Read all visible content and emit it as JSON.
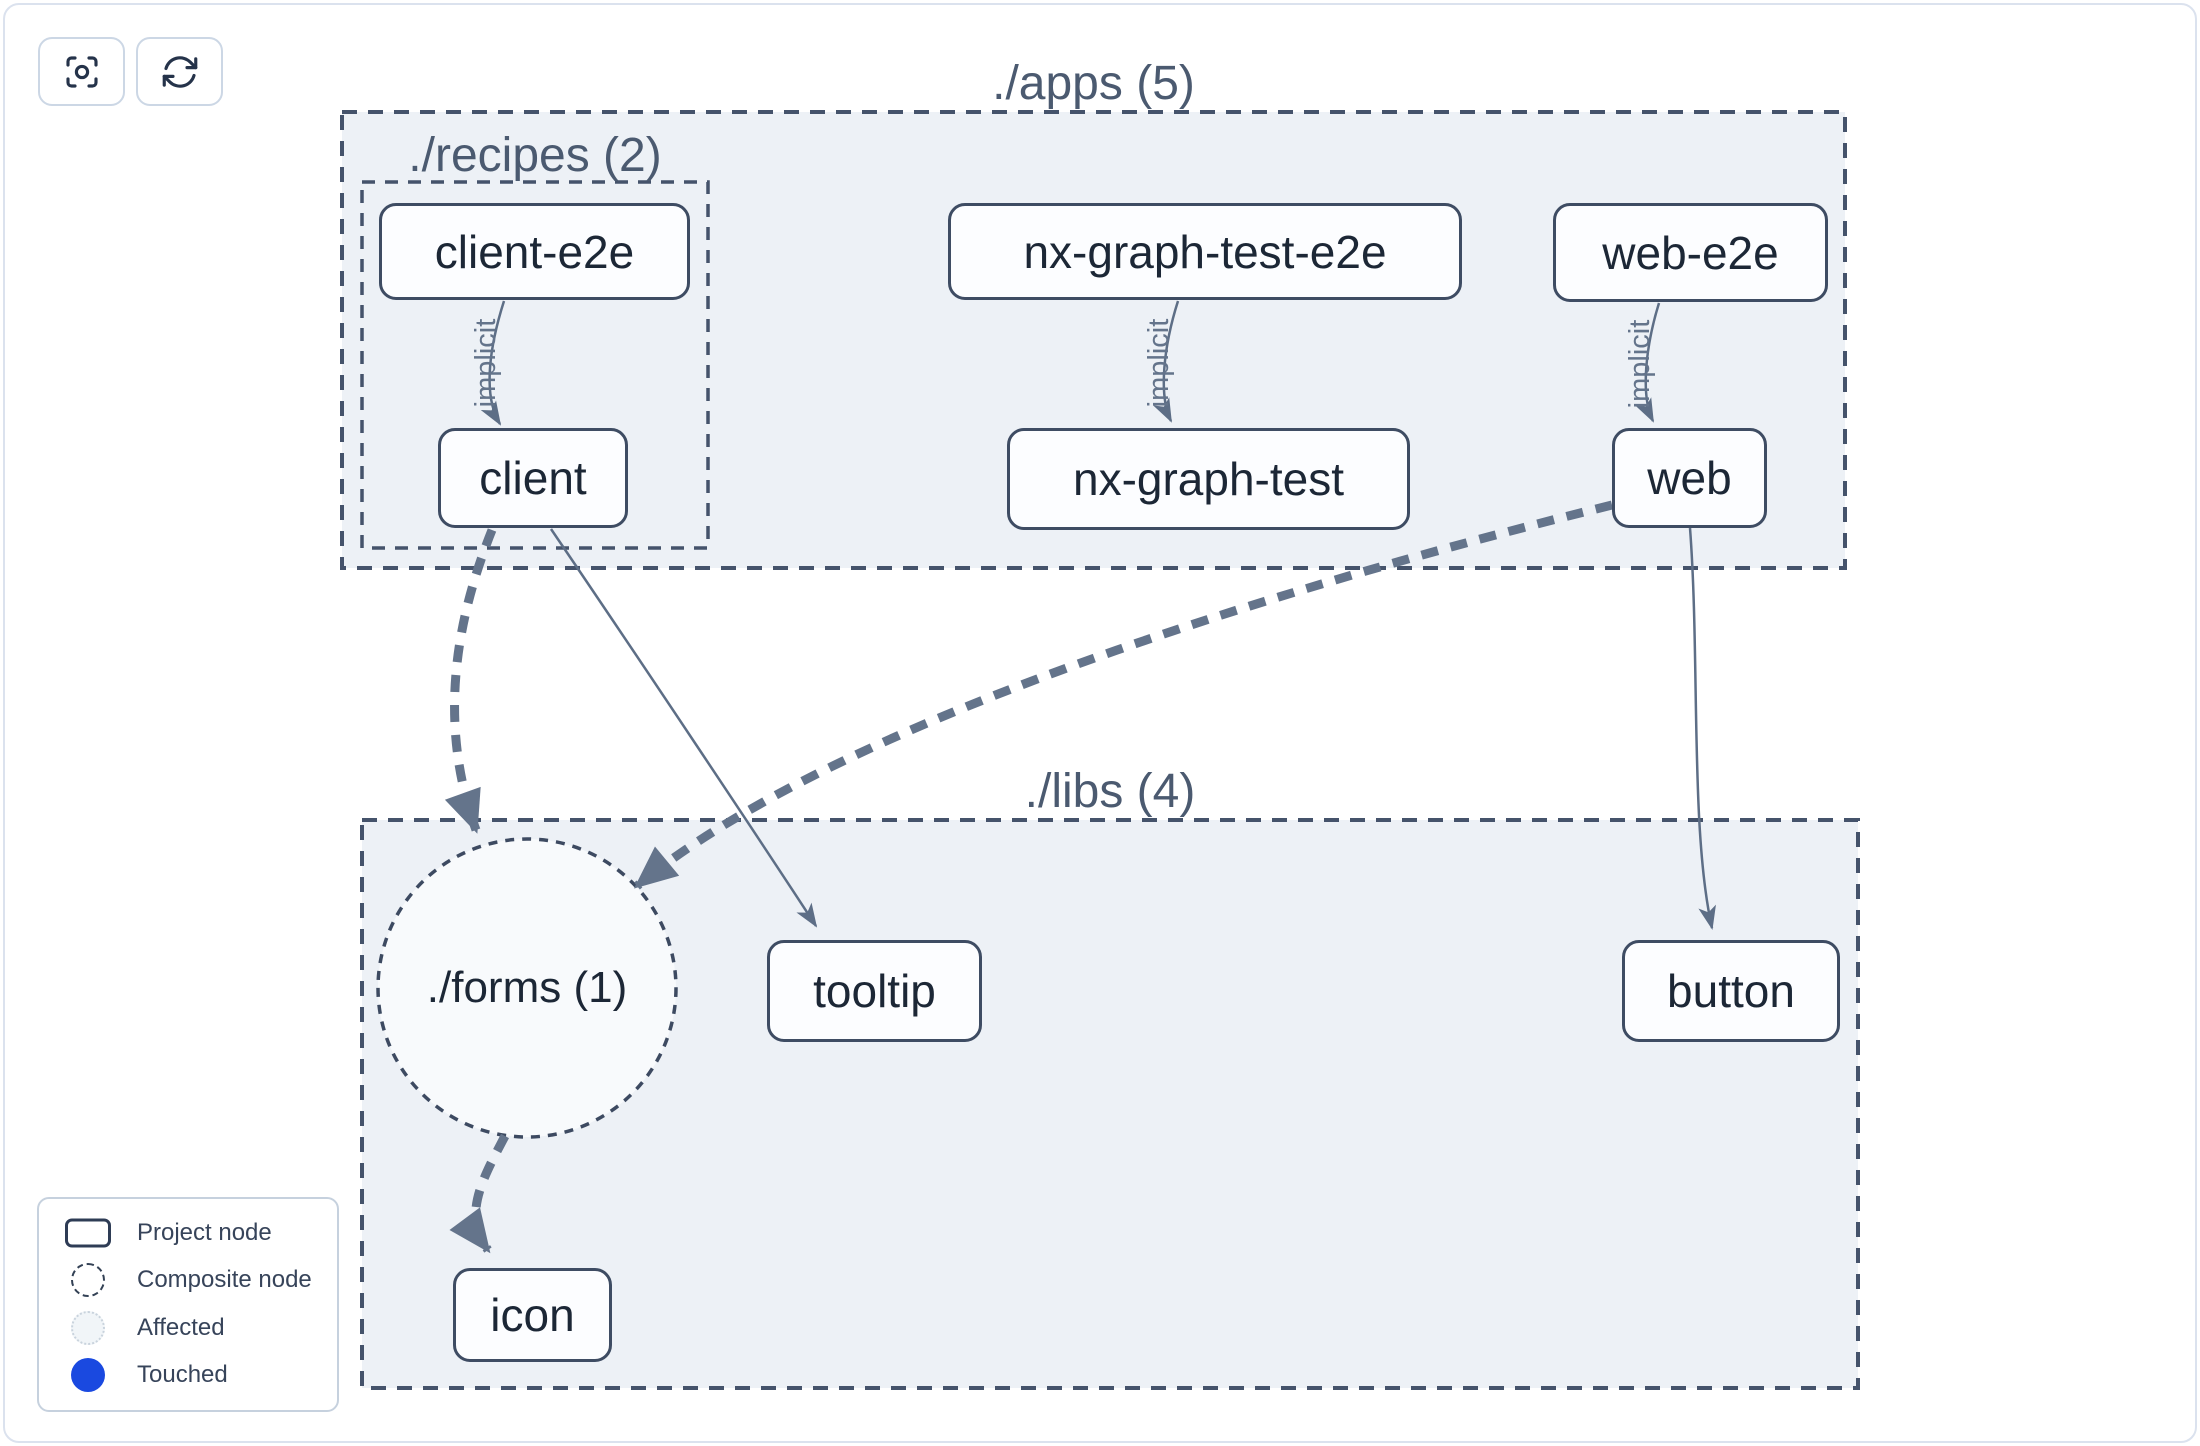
{
  "toolbar": {
    "focus_button": {
      "icon": "focus-icon"
    },
    "refresh_button": {
      "icon": "refresh-icon"
    }
  },
  "graph": {
    "groups": {
      "apps": {
        "label": "./apps (5)"
      },
      "recipes": {
        "label": "./recipes (2)"
      },
      "libs": {
        "label": "./libs (4)"
      }
    },
    "nodes": {
      "client_e2e": {
        "label": "client-e2e",
        "type": "project"
      },
      "client": {
        "label": "client",
        "type": "project"
      },
      "nx_graph_test_e2e": {
        "label": "nx-graph-test-e2e",
        "type": "project"
      },
      "nx_graph_test": {
        "label": "nx-graph-test",
        "type": "project"
      },
      "web_e2e": {
        "label": "web-e2e",
        "type": "project"
      },
      "web": {
        "label": "web",
        "type": "project"
      },
      "forms": {
        "label": "./forms (1)",
        "type": "composite"
      },
      "tooltip": {
        "label": "tooltip",
        "type": "project"
      },
      "button": {
        "label": "button",
        "type": "project"
      },
      "icon": {
        "label": "icon",
        "type": "project"
      }
    },
    "edges": {
      "client_e2e_to_client": {
        "label": "implicit",
        "style": "thin"
      },
      "nxgte2e_to_nxgt": {
        "label": "implicit",
        "style": "thin"
      },
      "web_e2e_to_web": {
        "label": "implicit",
        "style": "thin"
      },
      "client_to_forms": {
        "label": "",
        "style": "thick-dashed"
      },
      "client_to_tooltip": {
        "label": "",
        "style": "thin"
      },
      "web_to_forms": {
        "label": "",
        "style": "thick-dashed"
      },
      "web_to_button": {
        "label": "",
        "style": "thin"
      },
      "forms_to_icon": {
        "label": "",
        "style": "thick-dashed"
      }
    }
  },
  "legend": {
    "items": [
      {
        "label": "Project node",
        "swatch": "project-rect"
      },
      {
        "label": "Composite node",
        "swatch": "composite-circle"
      },
      {
        "label": "Affected",
        "swatch": "affected-circle"
      },
      {
        "label": "Touched",
        "swatch": "touched-circle"
      }
    ]
  },
  "colors": {
    "container_fill": "#edf1f6",
    "container_border": "#45536b",
    "composite_fill": "#f8fafc",
    "node_border": "#3e4c63",
    "edge": "#64748b",
    "touched_blue": "#1a49e0",
    "card_border": "#dbe2ee"
  }
}
